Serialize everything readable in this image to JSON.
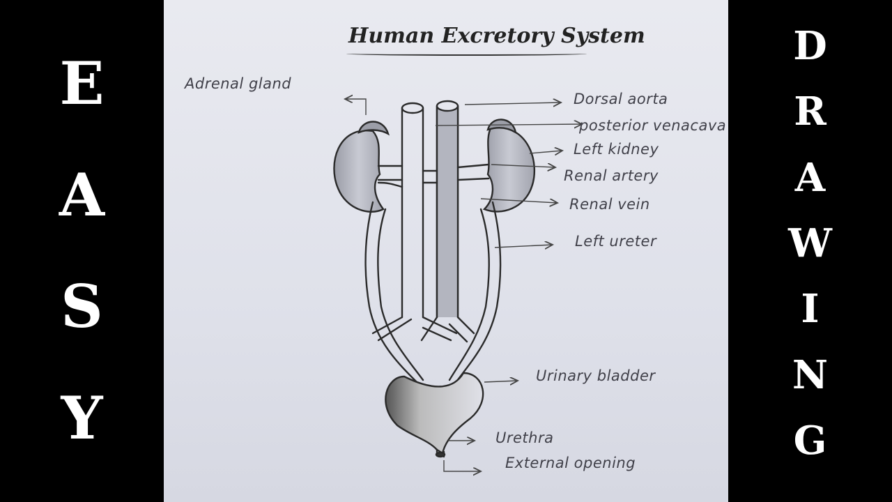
{
  "side_left": {
    "letters": [
      "E",
      "A",
      "S",
      "Y"
    ]
  },
  "side_right": {
    "letters": [
      "D",
      "R",
      "A",
      "W",
      "I",
      "N",
      "G"
    ]
  },
  "diagram": {
    "title": "Human Excretory System",
    "labels": {
      "adrenal_gland": "Adrenal gland",
      "dorsal_aorta": "Dorsal aorta",
      "posterior_venacava": "posterior venacava",
      "left_kidney": "Left kidney",
      "renal_artery": "Renal artery",
      "renal_vein": "Renal vein",
      "left_ureter": "Left ureter",
      "urinary_bladder": "Urinary bladder",
      "urethra": "Urethra",
      "external_opening": "External opening"
    }
  },
  "colors": {
    "background": "#000000",
    "paper": "#e6e7ee",
    "ink": "#2a2a2a",
    "letters": "#ffffff"
  }
}
